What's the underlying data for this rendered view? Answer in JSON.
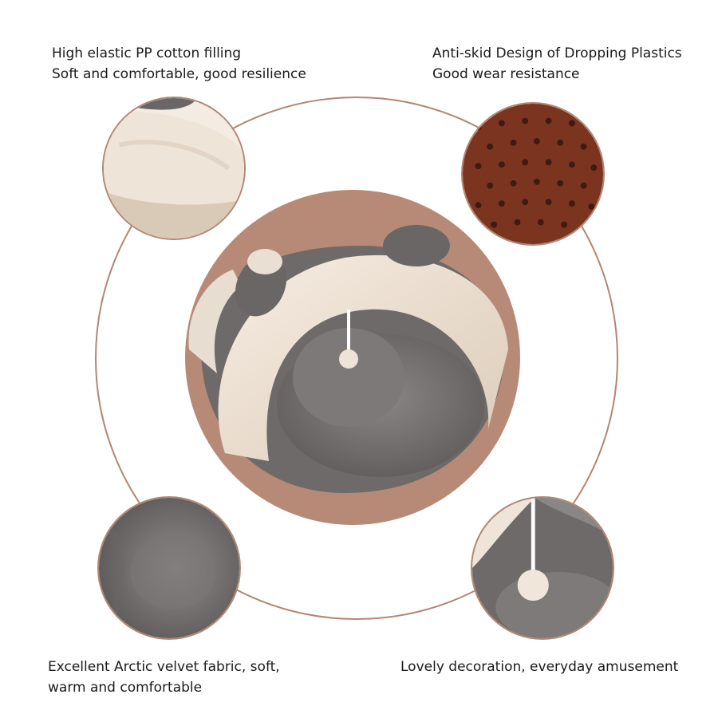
{
  "features": {
    "top_left": {
      "line1": "High elastic PP cotton filling",
      "line2": "Soft and comfortable, good resilience"
    },
    "top_right": {
      "line1": "Anti-skid Design of Dropping Plastics",
      "line2": "Good wear resistance"
    },
    "bottom_left": {
      "line1": "Excellent Arctic velvet fabric, soft,",
      "line2": "warm and comfortable"
    },
    "bottom_right": {
      "line1": "Lovely decoration, everyday amusement"
    }
  },
  "colors": {
    "accent_ring": "#b38672",
    "center_disc": "#b78a77",
    "plush_cream": "#efe3d6",
    "plush_gray": "#7b7877",
    "antiskid_brown": "#7a3420"
  }
}
